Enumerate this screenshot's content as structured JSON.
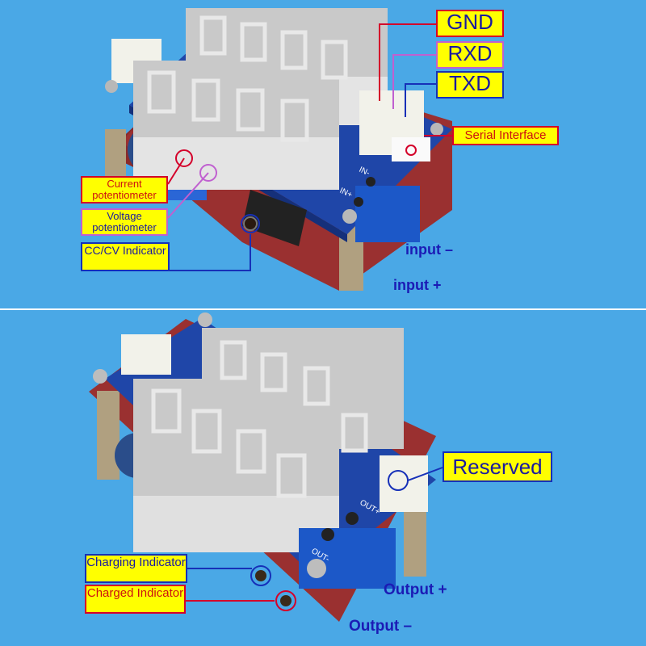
{
  "top": {
    "pin_labels": [
      "GND",
      "RXD",
      "TXD"
    ],
    "serial_interface": "Serial Interface",
    "current_pot": "Current potentiometer",
    "voltage_pot": "Voltage potentiometer",
    "cccv": "CC/CV Indicator",
    "input_minus": "input –",
    "input_plus": "input +",
    "pcb_in_minus": "IN-",
    "pcb_in_plus": "IN+"
  },
  "bottom": {
    "reserved": "Reserved",
    "charging": "Charging Indicator",
    "charged": "Charged Indicator",
    "output_plus": "Output +",
    "output_minus": "Output –",
    "pcb_out_plus": "OUT+",
    "pcb_out_minus": "OUT-"
  },
  "colors": {
    "background": "#4aa8e6",
    "pcb": "#1f46a8",
    "label_fill": "#ffff00",
    "display_body": "#c9c9c9",
    "display_segment": "#e2e2e2",
    "red_leader": "#d4002a",
    "purple_leader": "#c060d0",
    "blue_leader": "#1630b8"
  }
}
